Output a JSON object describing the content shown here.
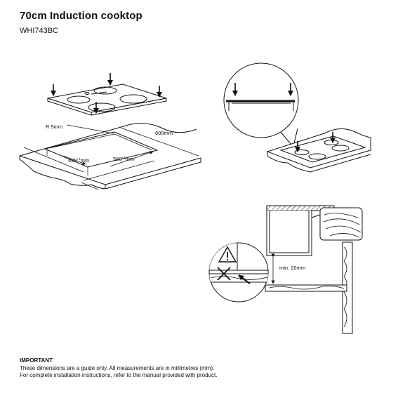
{
  "header": {
    "title": "70cm Induction cooktop",
    "model": "WHI743BC"
  },
  "dimensions": {
    "radius": "R 5mm",
    "depth": "600mm",
    "cutout_depth": "490",
    "cutout_depth_tol": "+1",
    "cutout_width": "560",
    "cutout_width_tol": "+1",
    "unit": "mm",
    "min_gap": "min. 20mm"
  },
  "notes": {
    "heading": "IMPORTANT",
    "line1": "These dimensions are a guide only. All measurements are in millimetres (mm).",
    "line2": "For complete installation instructions, refer to the manual provided with product."
  }
}
